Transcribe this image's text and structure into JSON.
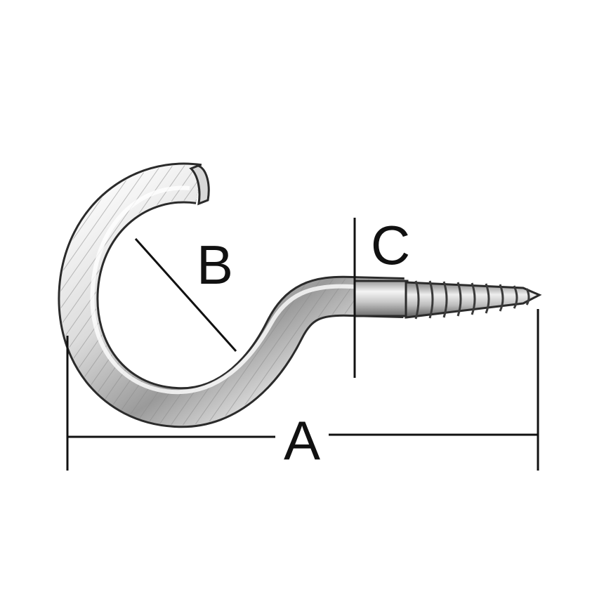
{
  "diagram": {
    "labels": {
      "a": "A",
      "b": "B",
      "c": "C"
    },
    "colors": {
      "line": "#111111",
      "metal_light": "#f2f2f2",
      "metal_mid": "#b9b9b9",
      "metal_dark": "#5a5a5a",
      "outline": "#2b2b2b",
      "background": "#ffffff"
    }
  }
}
